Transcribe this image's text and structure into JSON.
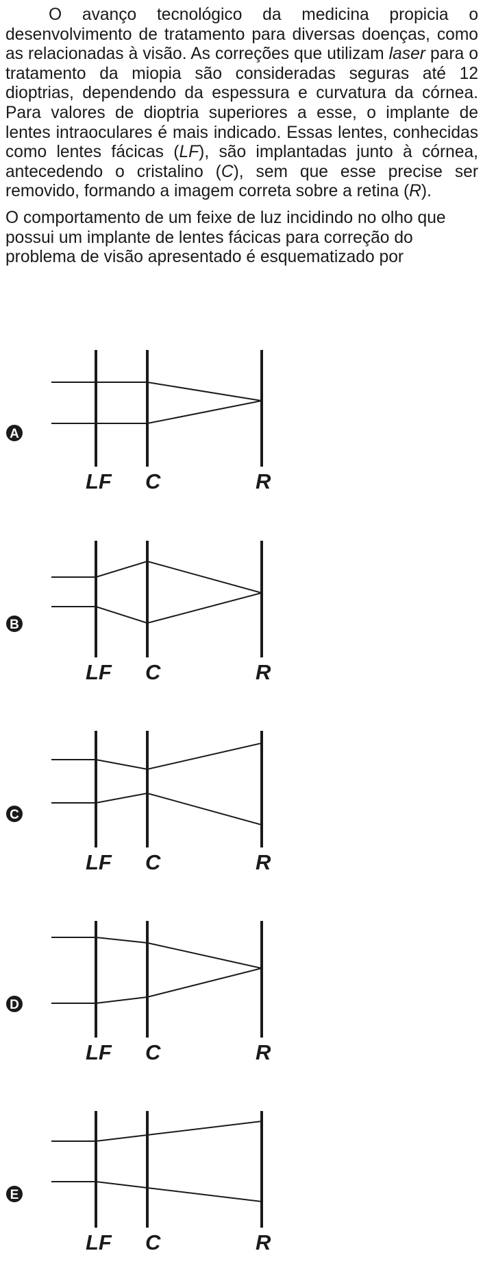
{
  "question": {
    "paragraph1_parts": [
      "O avanço tecnológico da medicina propicia o desenvolvimento de tratamento para diversas doenças, como as relacionadas à visão. As correções que utilizam ",
      "laser",
      " para o tratamento da miopia são consideradas seguras até 12 dioptrias, dependendo da espessura e curvatura da córnea. Para valores de dioptria superiores a esse, o implante de lentes intraoculares é mais indicado. Essas lentes, conhecidas como lentes fácicas (",
      "LF",
      "), são implantadas junto à córnea, antecedendo o cristalino (",
      "C",
      "), sem que esse precise ser removido, formando a imagem correta sobre a retina (",
      "R",
      ")."
    ],
    "paragraph2": "O comportamento de um feixe de luz incidindo no olho que possui um implante de lentes fácicas para correção do problema de visão apresentado é esquematizado por"
  },
  "diagram_labels": {
    "phakic_lens": "LF",
    "crystalline": "C",
    "retina": "R"
  },
  "options": [
    {
      "letter": "A",
      "rays": [
        {
          "incident": "parallel",
          "after_LF": "unchanged",
          "after_C": "converge",
          "at_R": "focus"
        },
        {
          "incident": "parallel",
          "after_LF": "unchanged",
          "after_C": "converge",
          "at_R": "focus"
        }
      ]
    },
    {
      "letter": "B",
      "rays": [
        {
          "incident": "parallel",
          "after_LF": "diverge",
          "after_C": "converge",
          "at_R": "focus"
        },
        {
          "incident": "parallel",
          "after_LF": "diverge",
          "after_C": "converge",
          "at_R": "focus"
        }
      ]
    },
    {
      "letter": "C",
      "rays": [
        {
          "incident": "parallel",
          "after_LF": "converge",
          "after_C": "diverge",
          "at_R": "spread"
        },
        {
          "incident": "parallel",
          "after_LF": "converge",
          "after_C": "diverge",
          "at_R": "spread"
        }
      ]
    },
    {
      "letter": "D",
      "rays": [
        {
          "incident": "parallel",
          "after_LF": "converge",
          "after_C": "converge",
          "at_R": "focus"
        },
        {
          "incident": "parallel",
          "after_LF": "converge",
          "after_C": "converge",
          "at_R": "focus"
        }
      ]
    },
    {
      "letter": "E",
      "rays": [
        {
          "incident": "parallel",
          "after_LF": "diverge",
          "after_C": "unchanged",
          "at_R": "spread"
        },
        {
          "incident": "parallel",
          "after_LF": "diverge",
          "after_C": "unchanged",
          "at_R": "spread"
        }
      ]
    }
  ]
}
